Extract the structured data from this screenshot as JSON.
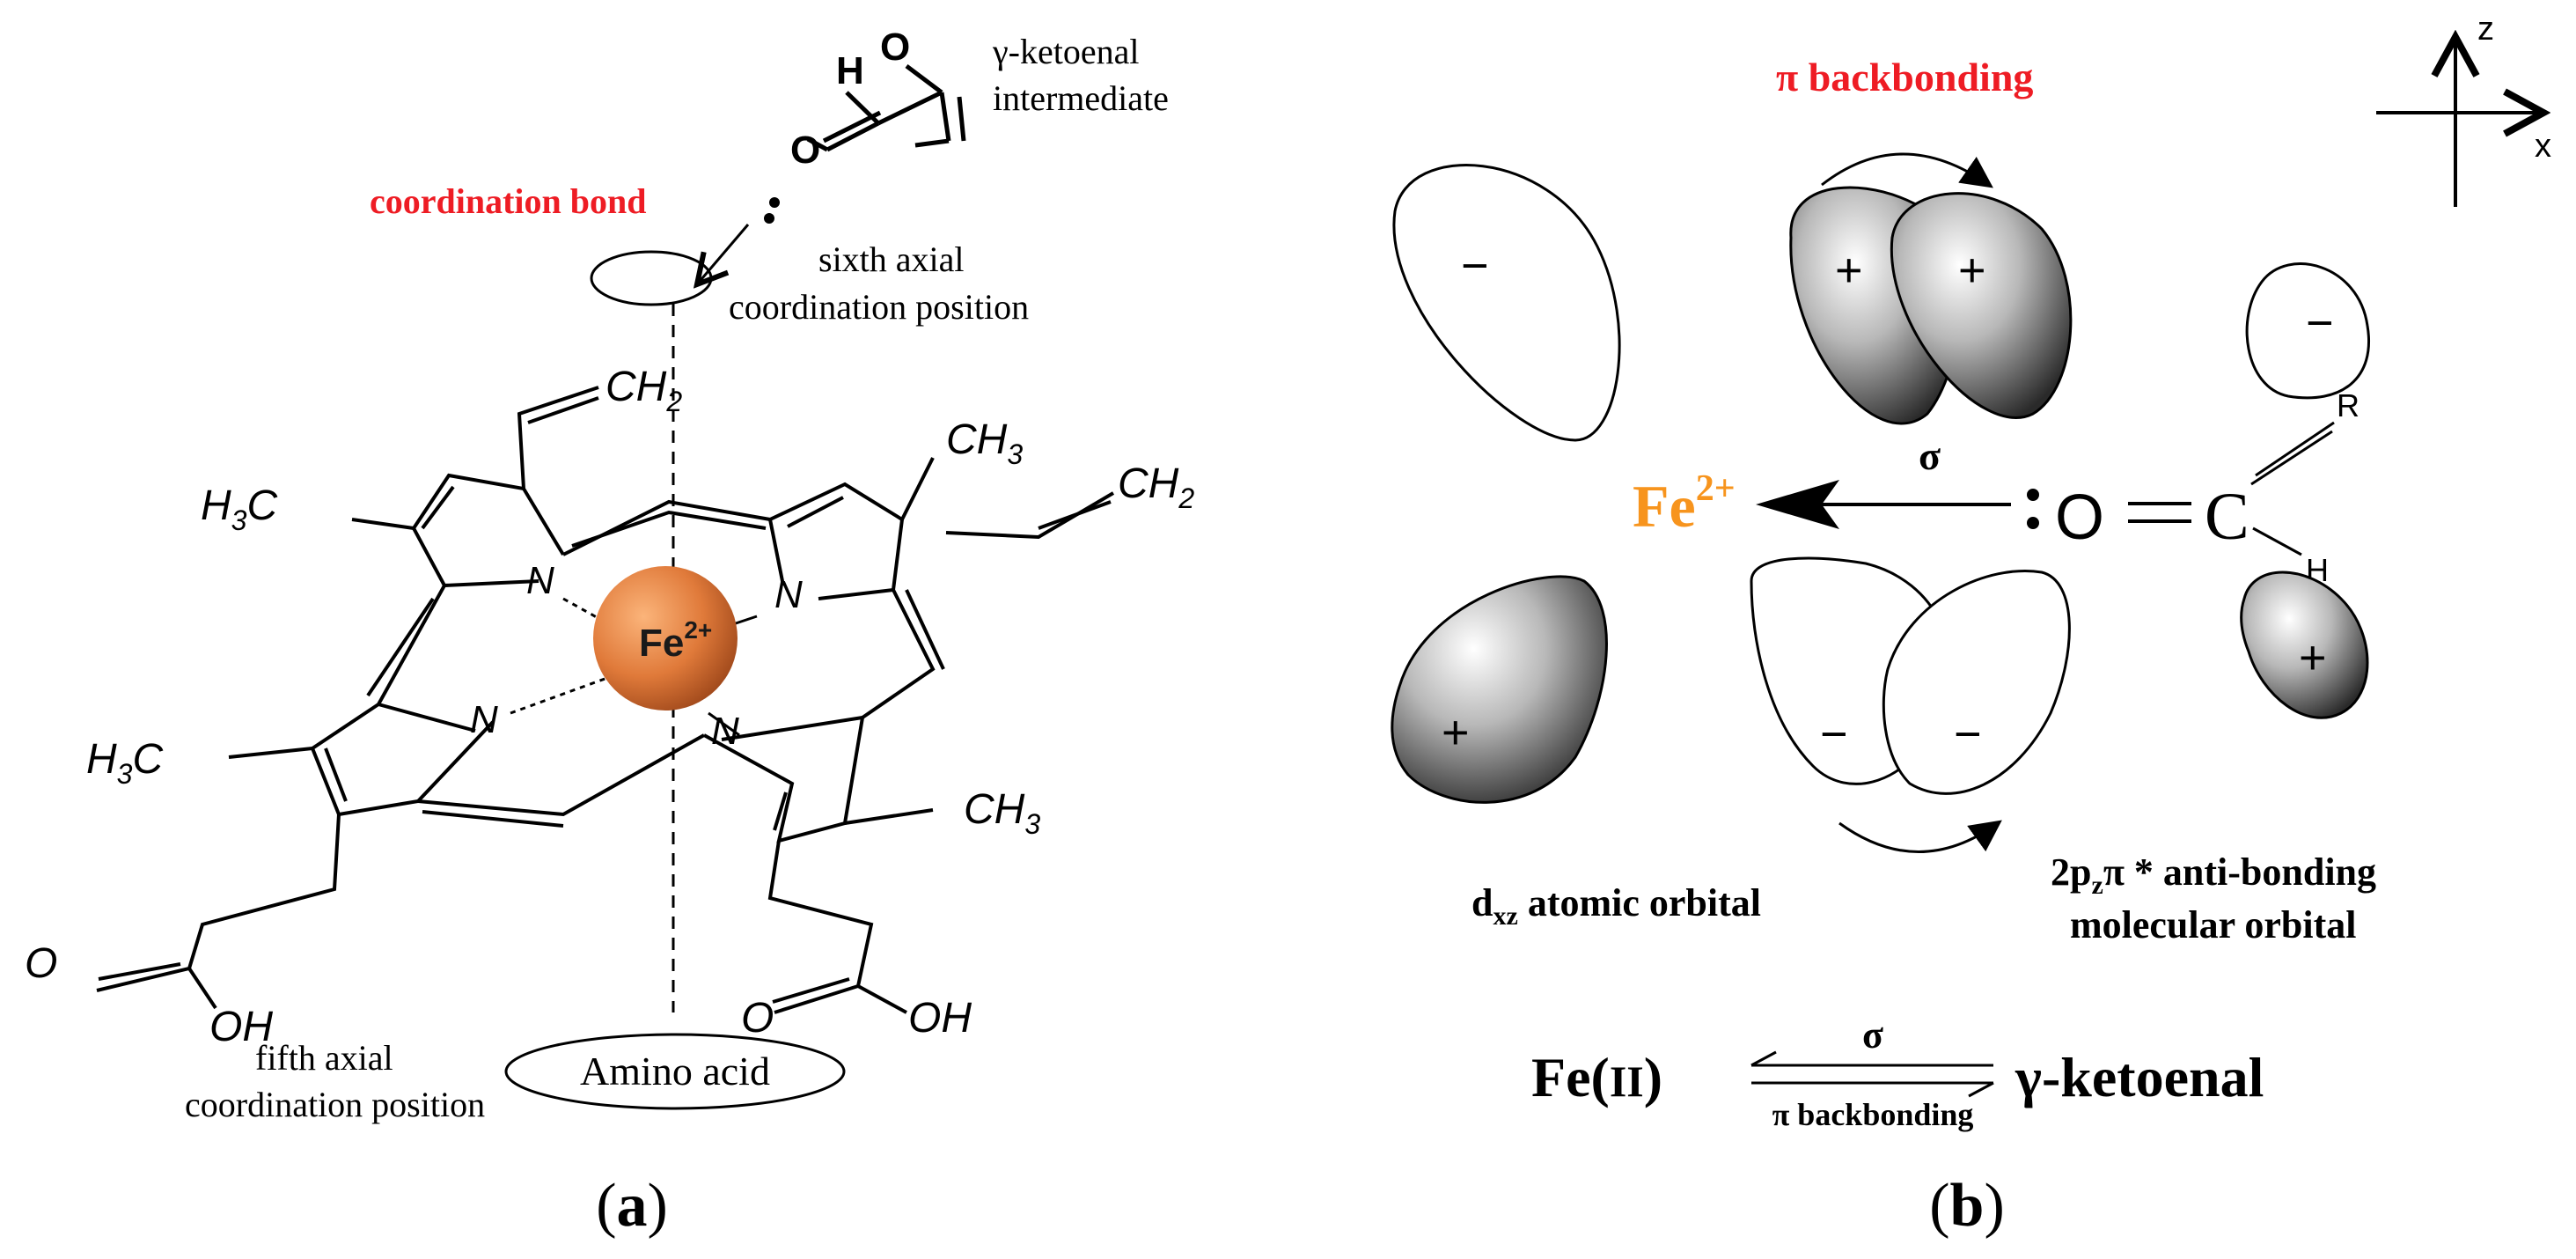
{
  "panel_a": {
    "caption": "(a)",
    "coordination_bond": "coordination bond",
    "intermediate_line1": "γ-ketoenal",
    "intermediate_line2": "intermediate",
    "sixth_line1": "sixth axial",
    "sixth_line2": "coordination position",
    "fifth_line1": "fifth axial",
    "fifth_line2": "coordination position",
    "amino_acid": "Amino acid",
    "fe_label": "Fe",
    "fe_charge": "2+",
    "atoms": {
      "H": "H",
      "O": "O",
      "N": "N",
      "CH2": "CH",
      "CH3": "CH",
      "H3C": "H",
      "C": "C",
      "OH": "OH",
      "sub2": "2",
      "sub3": "3",
      "lone_pair": ":"
    },
    "colors": {
      "red": "#ee1c24",
      "fe_ball": "#e07a3a"
    }
  },
  "panel_b": {
    "caption": "(b)",
    "pi_backbonding": "π  backbonding",
    "axis_z": "z",
    "axis_x": "x",
    "sigma": "σ",
    "fe": "Fe",
    "fe_charge": "2+",
    "lone_pair": ":",
    "O": "O",
    "C": "C",
    "R": "R",
    "H": "H",
    "plus": "+",
    "minus": "−",
    "dxz_d": "d",
    "dxz_sub": "xz",
    "dxz_rest": " atomic orbital",
    "antibond_line1_a": "2p",
    "antibond_line1_sub": "z",
    "antibond_line1_b": "π * anti-bonding",
    "antibond_line2": "molecular orbital",
    "eq_left": "Fe(",
    "eq_roman": "II",
    "eq_close": ")",
    "eq_top": "σ",
    "eq_bottom": "π backbonding",
    "eq_right": "γ-ketoenal",
    "colors": {
      "red": "#ee1c24",
      "orange": "#f7941d"
    }
  }
}
